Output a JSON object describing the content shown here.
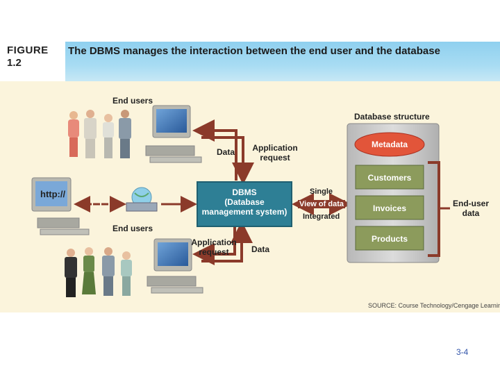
{
  "figure": {
    "label_line1": "FIGURE",
    "label_line2": "1.2",
    "title": "The DBMS manages the interaction between the end user and the database"
  },
  "labels": {
    "end_users_top": "End users",
    "end_users_mid": "End users",
    "data_top": "Data",
    "app_request_top_1": "Application",
    "app_request_top_2": "request",
    "app_request_bottom_1": "Application",
    "app_request_bottom_2": "request",
    "data_bottom": "Data",
    "http": "http://",
    "dbms_1": "DBMS",
    "dbms_2": "(Database",
    "dbms_3": "management system)",
    "single": "Single",
    "view_of_data": "View of data",
    "integrated": "Integrated",
    "db_structure": "Database structure",
    "metadata": "Metadata",
    "customers": "Customers",
    "invoices": "Invoices",
    "products": "Products",
    "end_user_data_1": "End-user",
    "end_user_data_2": "data"
  },
  "source": "SOURCE: Course Technology/Cengage Learning",
  "page_number": "3-4",
  "colors": {
    "title_bar": "#a8dcf3",
    "panel_bg": "#fbf4dc",
    "dbms_box": "#2e7f95",
    "arrow": "#8b3a2a",
    "metadata": "#e2553a",
    "table_box": "#8c9b5c",
    "db_container": "#c8c8c8"
  }
}
